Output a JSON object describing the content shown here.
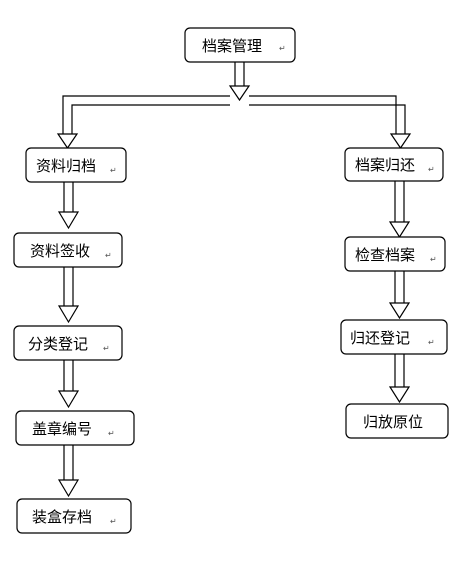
{
  "nodes": {
    "root": "档案管理",
    "left_1": "资料归档",
    "left_2": "资料签收",
    "left_3": "分类登记",
    "left_4": "盖章编号",
    "left_5": "装盒存档",
    "right_1": "档案归还",
    "right_2": "检查档案",
    "right_3": "归还登记",
    "right_4": "归放原位"
  },
  "paragraph_mark": "↵",
  "colors": {
    "line": "#000000",
    "box_border": "#000000",
    "background": "#ffffff"
  }
}
